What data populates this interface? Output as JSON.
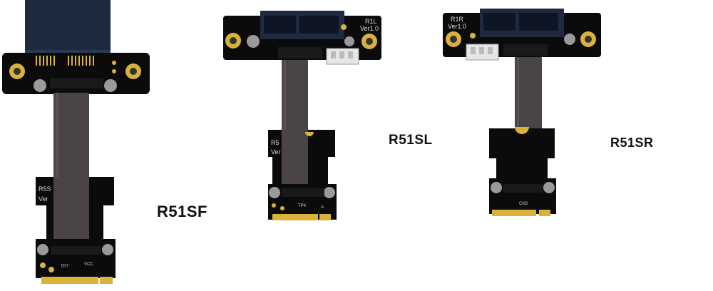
{
  "products": [
    {
      "model": "R51SF",
      "adapter_text": [
        "R5S",
        "Ver"
      ],
      "board_text": [
        "TP7",
        "VCC"
      ]
    },
    {
      "model": "R51SL",
      "top_text": [
        "R1L",
        "Ver1.0"
      ],
      "adapter_text": [
        "R5",
        "Ver"
      ],
      "board_text": [
        "TP4",
        "A"
      ]
    },
    {
      "model": "R51SR",
      "top_text": [
        "R1R",
        "Ver1.0"
      ],
      "board_text": [
        "CN3"
      ]
    }
  ],
  "colors": {
    "pcb": "#0b0b0b",
    "cable": "#4a4444",
    "gold": "#d9b23a",
    "slot_blue": "#1d2a40"
  }
}
